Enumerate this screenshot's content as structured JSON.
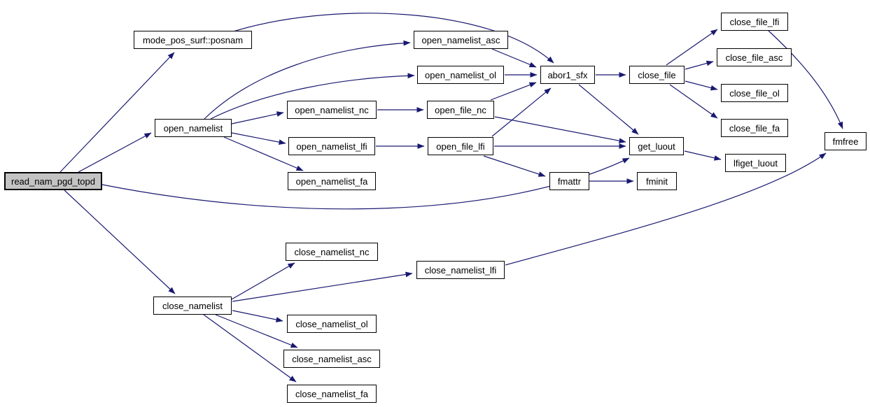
{
  "diagram": {
    "type": "call-graph",
    "root": "read_nam_pgd_topd"
  },
  "colors": {
    "edge": "#191970",
    "node_fill": "#ffffff",
    "node_border": "#000000",
    "root_fill": "#c3c3c3",
    "background": "#ffffff"
  },
  "nodes": [
    {
      "id": "read_nam_pgd_topd",
      "label": "read_nam_pgd_topd",
      "highlighted": true
    },
    {
      "id": "posnam",
      "label": "mode_pos_surf::posnam",
      "highlighted": false
    },
    {
      "id": "open_namelist",
      "label": "open_namelist",
      "highlighted": false
    },
    {
      "id": "open_namelist_asc",
      "label": "open_namelist_asc",
      "highlighted": false
    },
    {
      "id": "open_namelist_ol",
      "label": "open_namelist_ol",
      "highlighted": false
    },
    {
      "id": "open_namelist_nc",
      "label": "open_namelist_nc",
      "highlighted": false
    },
    {
      "id": "open_namelist_lfi",
      "label": "open_namelist_lfi",
      "highlighted": false
    },
    {
      "id": "open_namelist_fa",
      "label": "open_namelist_fa",
      "highlighted": false
    },
    {
      "id": "open_file_nc",
      "label": "open_file_nc",
      "highlighted": false
    },
    {
      "id": "open_file_lfi",
      "label": "open_file_lfi",
      "highlighted": false
    },
    {
      "id": "abor1_sfx",
      "label": "abor1_sfx",
      "highlighted": false
    },
    {
      "id": "close_file",
      "label": "close_file",
      "highlighted": false
    },
    {
      "id": "close_file_lfi",
      "label": "close_file_lfi",
      "highlighted": false
    },
    {
      "id": "close_file_asc",
      "label": "close_file_asc",
      "highlighted": false
    },
    {
      "id": "close_file_ol",
      "label": "close_file_ol",
      "highlighted": false
    },
    {
      "id": "close_file_fa",
      "label": "close_file_fa",
      "highlighted": false
    },
    {
      "id": "fmfree",
      "label": "fmfree",
      "highlighted": false
    },
    {
      "id": "get_luout",
      "label": "get_luout",
      "highlighted": false
    },
    {
      "id": "lfiget_luout",
      "label": "lfiget_luout",
      "highlighted": false
    },
    {
      "id": "fmattr",
      "label": "fmattr",
      "highlighted": false
    },
    {
      "id": "fminit",
      "label": "fminit",
      "highlighted": false
    },
    {
      "id": "close_namelist",
      "label": "close_namelist",
      "highlighted": false
    },
    {
      "id": "close_namelist_nc",
      "label": "close_namelist_nc",
      "highlighted": false
    },
    {
      "id": "close_namelist_lfi",
      "label": "close_namelist_lfi",
      "highlighted": false
    },
    {
      "id": "close_namelist_ol",
      "label": "close_namelist_ol",
      "highlighted": false
    },
    {
      "id": "close_namelist_asc",
      "label": "close_namelist_asc",
      "highlighted": false
    },
    {
      "id": "close_namelist_fa",
      "label": "close_namelist_fa",
      "highlighted": false
    }
  ],
  "edges": [
    {
      "from": "read_nam_pgd_topd",
      "to": "posnam"
    },
    {
      "from": "read_nam_pgd_topd",
      "to": "open_namelist"
    },
    {
      "from": "read_nam_pgd_topd",
      "to": "close_namelist"
    },
    {
      "from": "read_nam_pgd_topd",
      "to": "get_luout"
    },
    {
      "from": "posnam",
      "to": "abor1_sfx"
    },
    {
      "from": "open_namelist",
      "to": "open_namelist_asc"
    },
    {
      "from": "open_namelist",
      "to": "open_namelist_ol"
    },
    {
      "from": "open_namelist",
      "to": "open_namelist_nc"
    },
    {
      "from": "open_namelist",
      "to": "open_namelist_lfi"
    },
    {
      "from": "open_namelist",
      "to": "open_namelist_fa"
    },
    {
      "from": "open_namelist_asc",
      "to": "abor1_sfx"
    },
    {
      "from": "open_namelist_ol",
      "to": "abor1_sfx"
    },
    {
      "from": "open_namelist_nc",
      "to": "open_file_nc"
    },
    {
      "from": "open_namelist_lfi",
      "to": "open_file_lfi"
    },
    {
      "from": "open_file_nc",
      "to": "abor1_sfx"
    },
    {
      "from": "open_file_nc",
      "to": "get_luout"
    },
    {
      "from": "open_file_lfi",
      "to": "abor1_sfx"
    },
    {
      "from": "open_file_lfi",
      "to": "get_luout"
    },
    {
      "from": "open_file_lfi",
      "to": "fmattr"
    },
    {
      "from": "fmattr",
      "to": "fminit"
    },
    {
      "from": "abor1_sfx",
      "to": "close_file"
    },
    {
      "from": "abor1_sfx",
      "to": "get_luout"
    },
    {
      "from": "close_file",
      "to": "close_file_lfi"
    },
    {
      "from": "close_file",
      "to": "close_file_asc"
    },
    {
      "from": "close_file",
      "to": "close_file_ol"
    },
    {
      "from": "close_file",
      "to": "close_file_fa"
    },
    {
      "from": "close_file_lfi",
      "to": "fmfree"
    },
    {
      "from": "get_luout",
      "to": "lfiget_luout"
    },
    {
      "from": "close_namelist",
      "to": "close_namelist_nc"
    },
    {
      "from": "close_namelist",
      "to": "close_namelist_lfi"
    },
    {
      "from": "close_namelist",
      "to": "close_namelist_ol"
    },
    {
      "from": "close_namelist",
      "to": "close_namelist_asc"
    },
    {
      "from": "close_namelist",
      "to": "close_namelist_fa"
    },
    {
      "from": "close_namelist_lfi",
      "to": "fmfree"
    }
  ]
}
